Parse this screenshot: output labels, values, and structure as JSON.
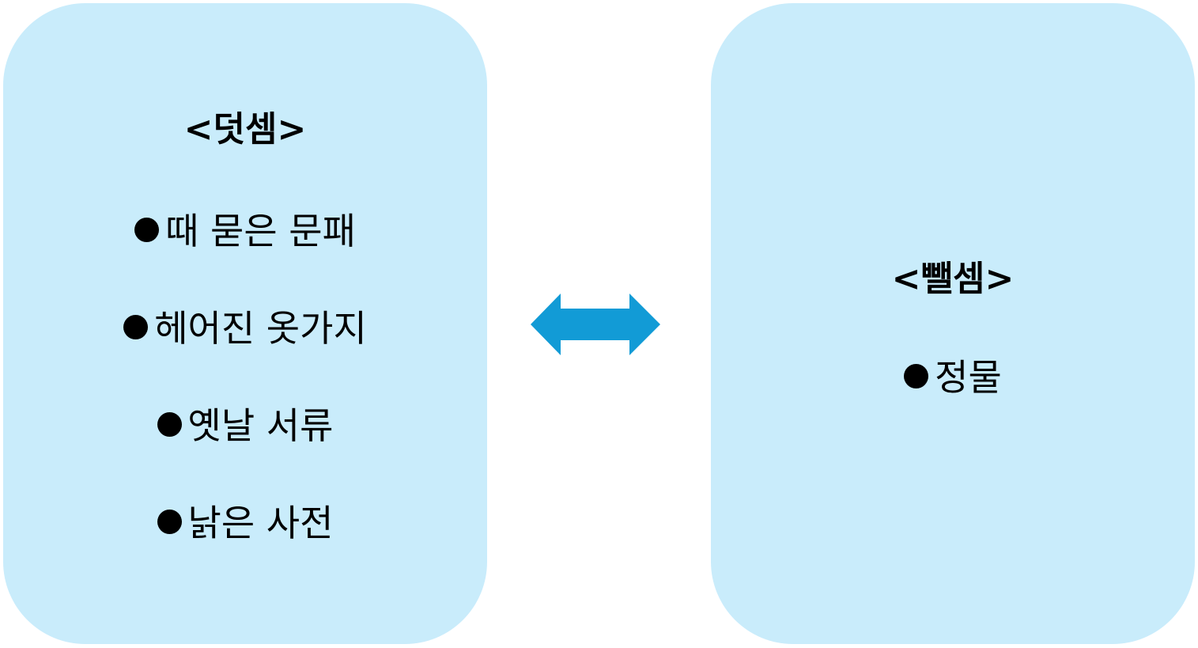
{
  "addition": {
    "title": "<덧셈>",
    "items": [
      "때 묻은 문패",
      "헤어진 옷가지",
      "옛날 서류",
      "낡은 사전"
    ]
  },
  "subtraction": {
    "title": "<뺄셈>",
    "items": [
      "정물"
    ]
  },
  "arrow": {
    "icon": "double-headed-arrow-icon",
    "color": "#129bd6"
  },
  "colors": {
    "panel_fill": "#c9ecfb",
    "text": "#000000"
  }
}
